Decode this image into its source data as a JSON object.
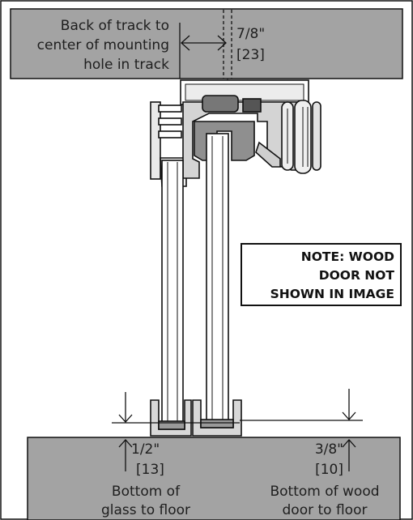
{
  "labels": {
    "track_back_line1": "Back of track to",
    "track_back_line2": "center of mounting",
    "track_back_line3": "hole in track",
    "track_dim_in": "7/8\"",
    "track_dim_mm": "[23]",
    "glass_dim_in": "1/2\"",
    "glass_dim_mm": "[13]",
    "glass_line1": "Bottom of",
    "glass_line2": "glass to floor",
    "wood_dim_in": "3/8\"",
    "wood_dim_mm": "[10]",
    "wood_line1": "Bottom of wood",
    "wood_line2": "door to floor"
  },
  "note": {
    "line1": "NOTE: WOOD",
    "line2": "DOOR NOT",
    "line3": "SHOWN IN IMAGE"
  },
  "colors": {
    "panel_fill": "#a3a3a3",
    "line": "#111111",
    "profile_fill": "#d4d4d4",
    "background": "#ffffff"
  }
}
